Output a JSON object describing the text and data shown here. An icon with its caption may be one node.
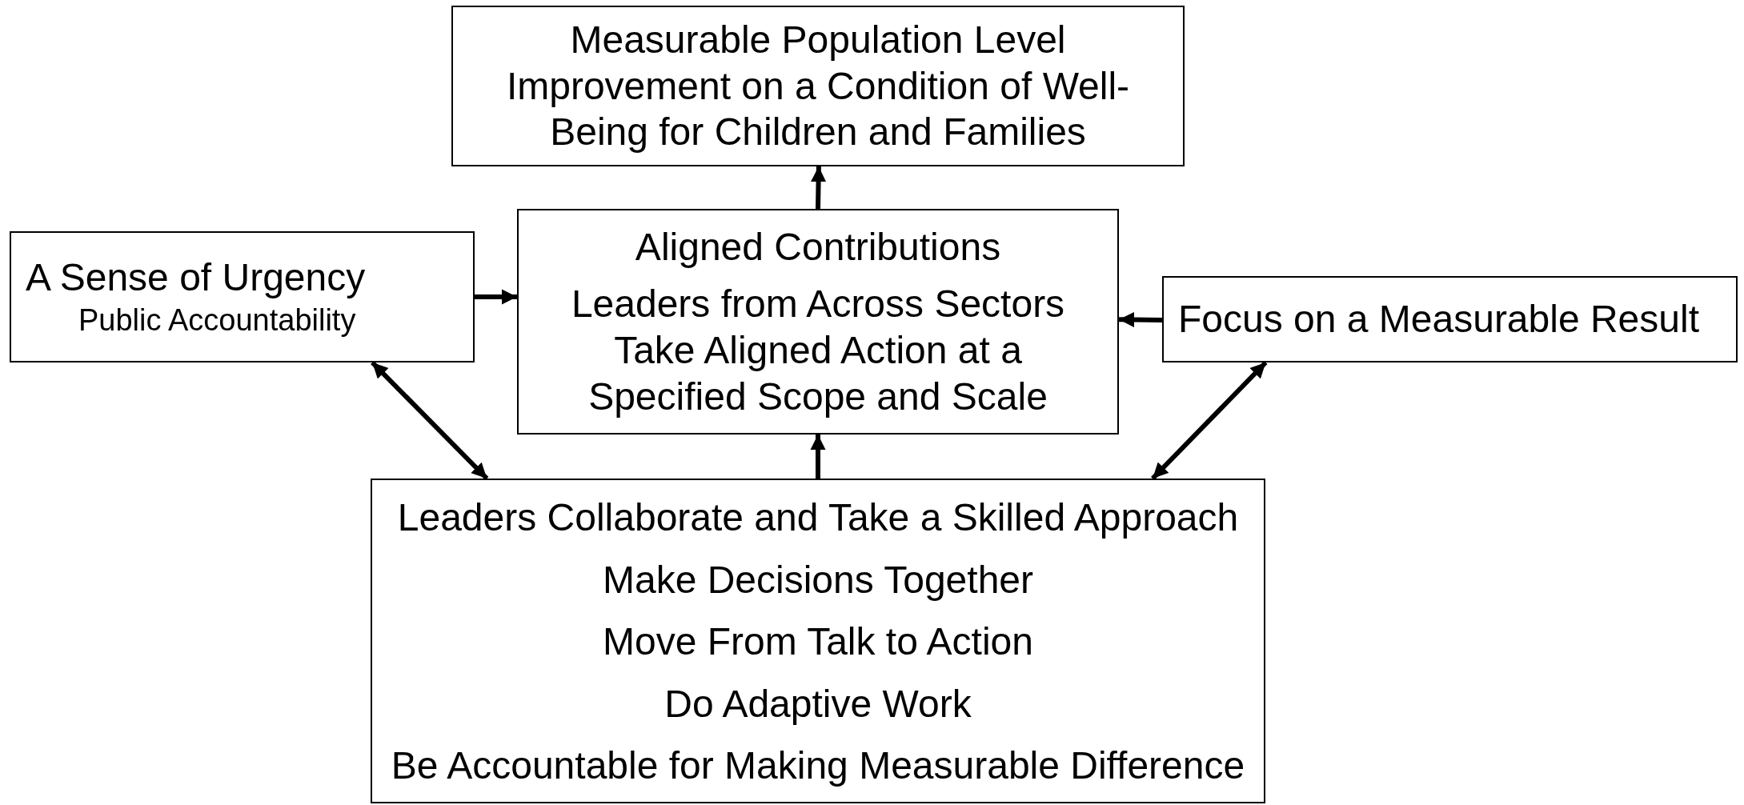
{
  "diagram": {
    "nodes": [
      {
        "text": [
          "Measurable Population Level Improvement on a Condition of Well-Being for Children and Families"
        ]
      },
      {
        "text": [
          "A Sense of Urgency",
          "Public Accountability"
        ]
      },
      {
        "text": [
          "Aligned Contributions",
          "Leaders from Across Sectors Take Aligned Action at a Specified Scope and Scale"
        ]
      },
      {
        "text": [
          "Focus on a Measurable Result"
        ]
      },
      {
        "text": [
          "Leaders Collaborate and Take a Skilled Approach",
          "Make Decisions Together",
          "Move From Talk to Action",
          "Do Adaptive Work",
          "Be Accountable for Making Measurable Difference"
        ]
      }
    ],
    "edges": [
      {
        "from": 2,
        "to": 0,
        "arrow": "to"
      },
      {
        "from": 1,
        "to": 2,
        "arrow": "to"
      },
      {
        "from": 3,
        "to": 2,
        "arrow": "to"
      },
      {
        "from": 4,
        "to": 2,
        "arrow": "to"
      },
      {
        "from": 1,
        "to": 4,
        "arrow": "both"
      },
      {
        "from": 3,
        "to": 4,
        "arrow": "both"
      }
    ]
  }
}
